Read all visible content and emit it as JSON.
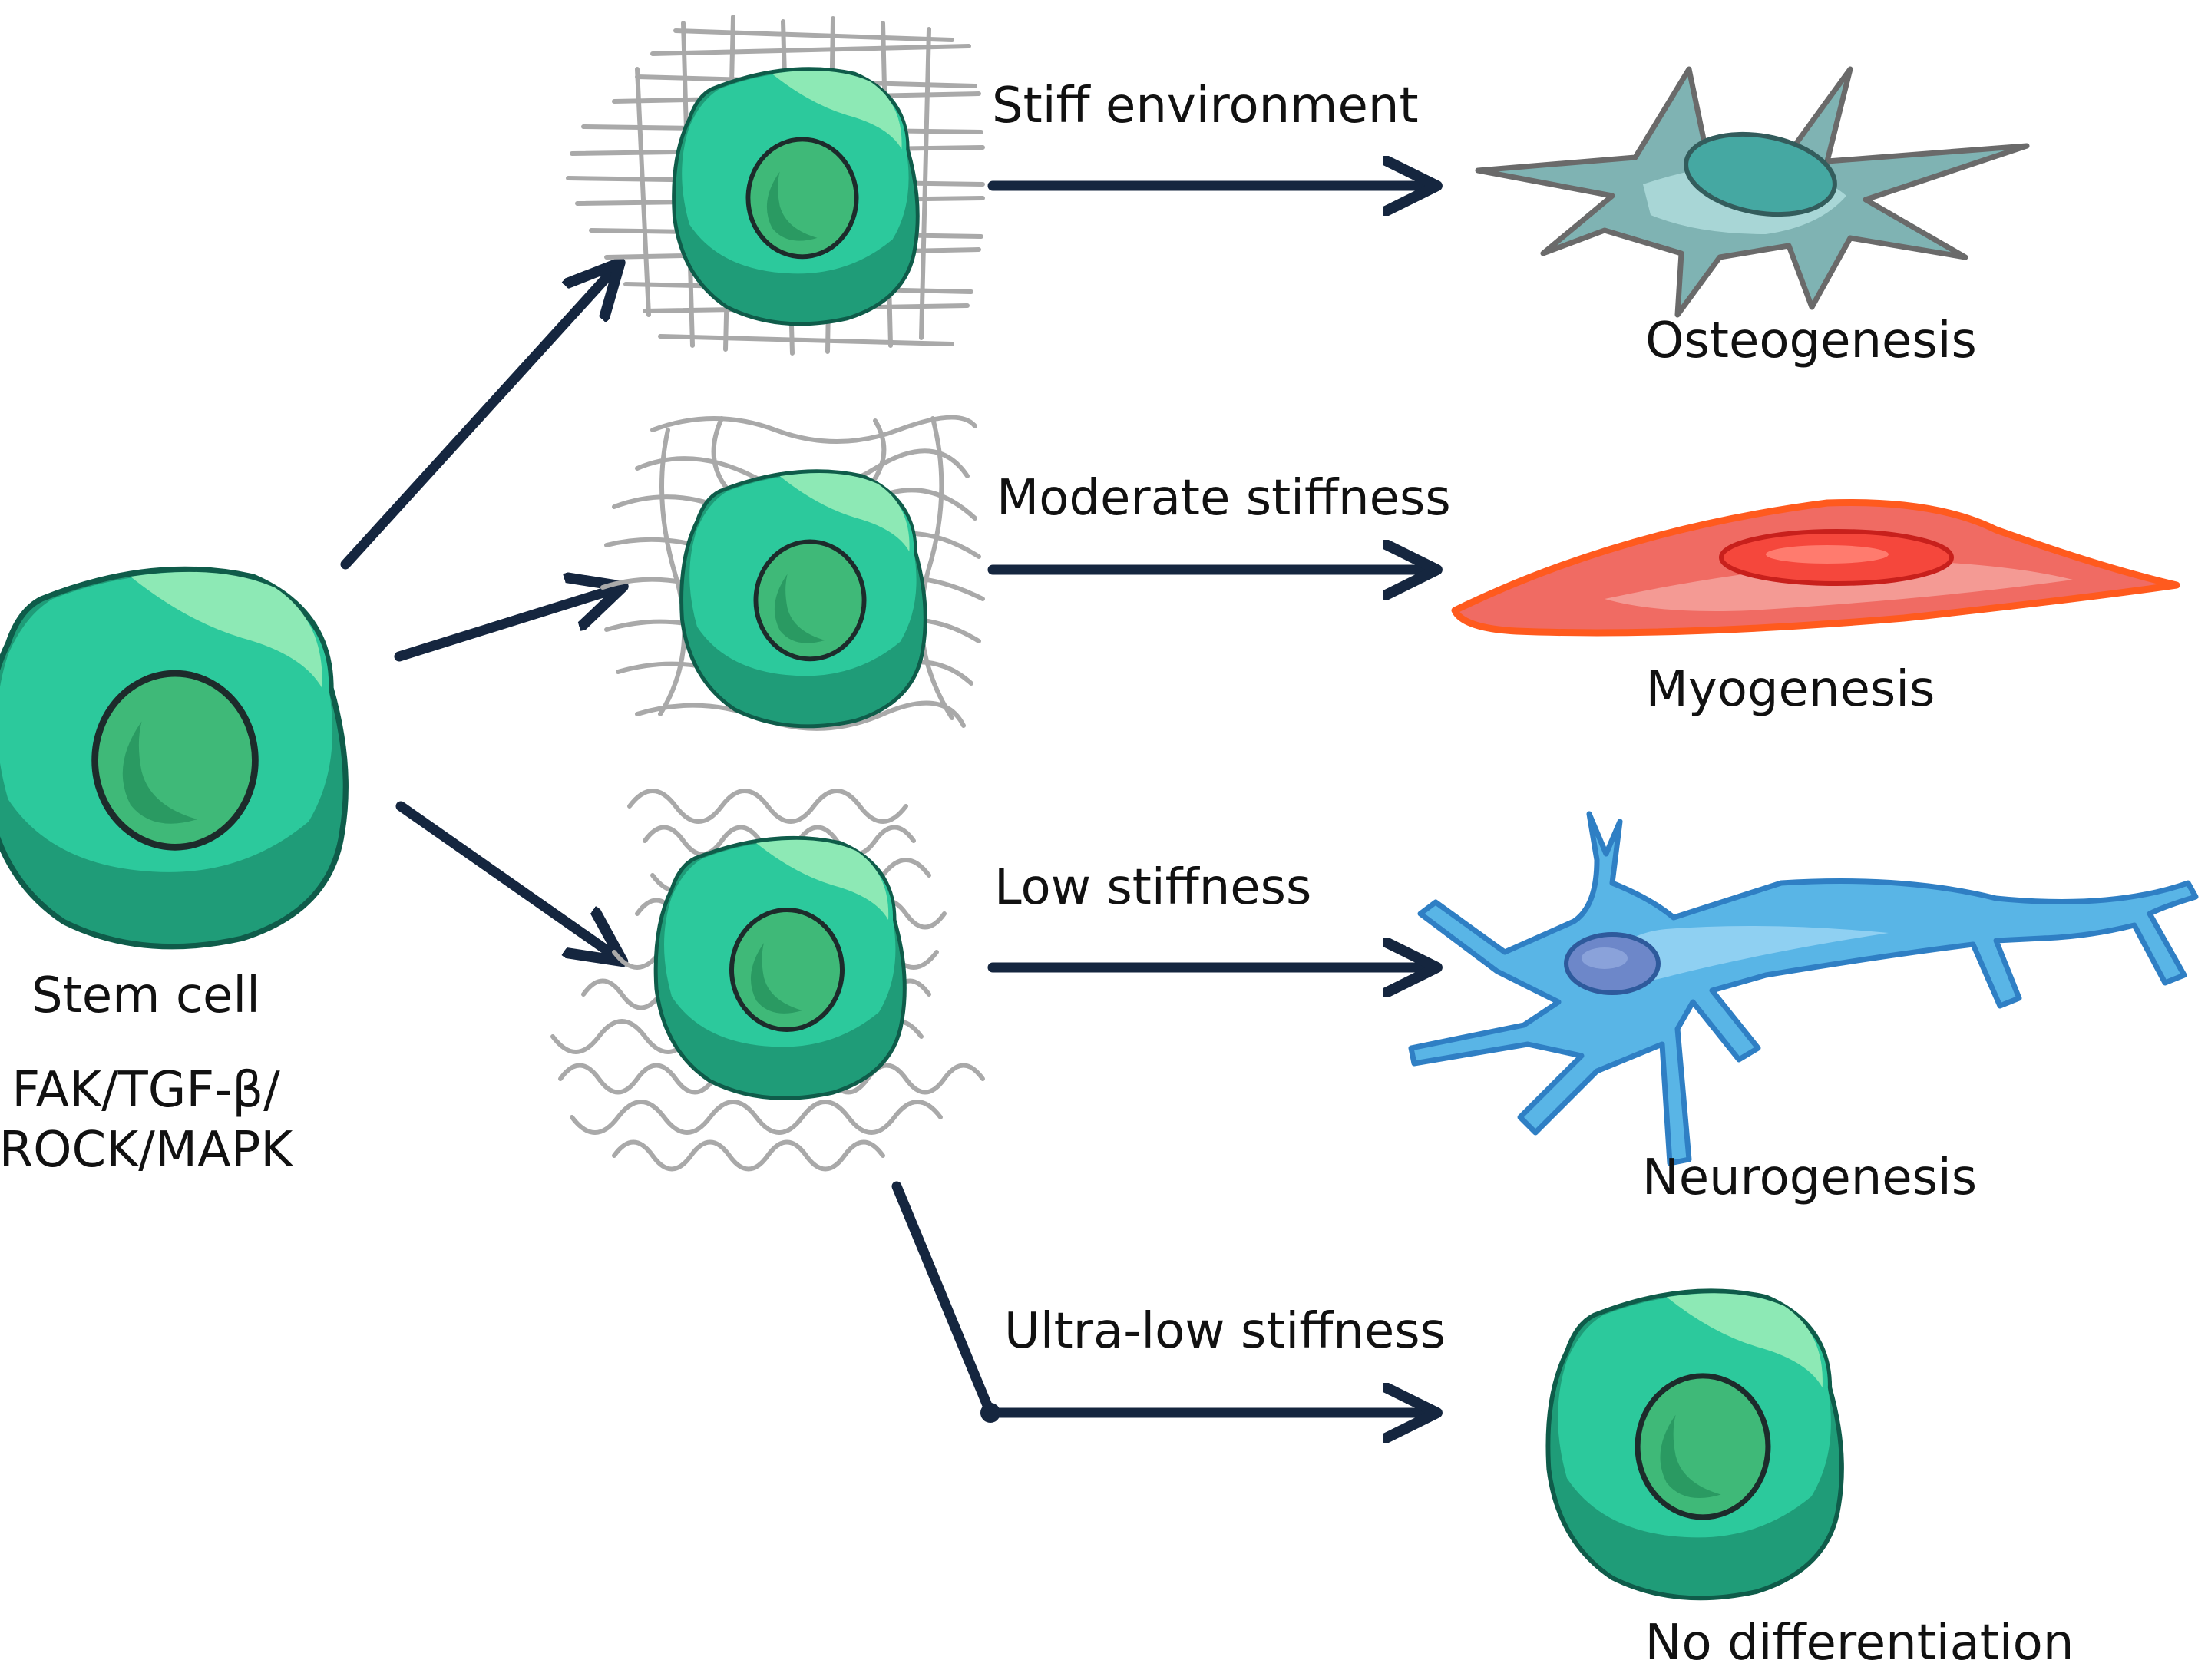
{
  "stem": {
    "label": "Stem cell",
    "pathway_line1": "FAK/TGF-β/",
    "pathway_line2": "ROCK/MAPK"
  },
  "branches": [
    {
      "condition": "Stiff environment",
      "outcome": "Osteogenesis"
    },
    {
      "condition": "Moderate stiffness",
      "outcome": "Myogenesis"
    },
    {
      "condition": "Low stiffness",
      "outcome": "Neurogenesis"
    },
    {
      "condition": "Ultra-low stiffness",
      "outcome": "No differentiation"
    }
  ],
  "colors": {
    "arrow": "#15263f",
    "cell_body": "#2cc99c",
    "cell_shadow": "#1f9c78",
    "cell_highlight": "#8de9b5",
    "nucleus": "#3fb978",
    "outline": "#0f5c4a",
    "fiber": "#a9a9a9",
    "osteocyte": "#7fb3b3",
    "myocyte": "#f06b63",
    "myocyte_edge": "#ff5a1e",
    "neuron": "#59b5e6"
  }
}
